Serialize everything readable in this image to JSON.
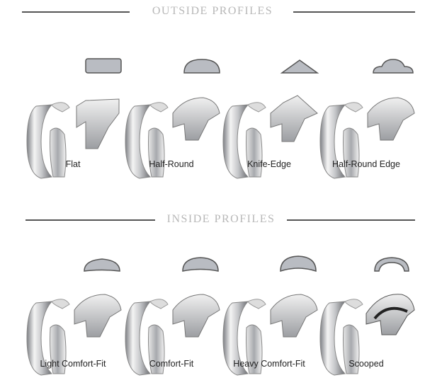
{
  "outside": {
    "title": "OUTSIDE PROFILES",
    "items": [
      {
        "label": "Flat",
        "shape": "flat"
      },
      {
        "label": "Half-Round",
        "shape": "half-round"
      },
      {
        "label": "Knife-Edge",
        "shape": "knife-edge"
      },
      {
        "label": "Half-Round Edge",
        "shape": "half-round-edge"
      }
    ]
  },
  "inside": {
    "title": "INSIDE PROFILES",
    "items": [
      {
        "label": "Light Comfort-Fit",
        "shape": "light-comfort"
      },
      {
        "label": "Comfort-Fit",
        "shape": "comfort"
      },
      {
        "label": "Heavy Comfort-Fit",
        "shape": "heavy-comfort"
      },
      {
        "label": "Scooped",
        "shape": "scooped"
      }
    ]
  },
  "colors": {
    "profile_fill": "#b9bcc2",
    "profile_stroke": "#555555",
    "line": "#555555",
    "title": "#b8b8b8"
  }
}
